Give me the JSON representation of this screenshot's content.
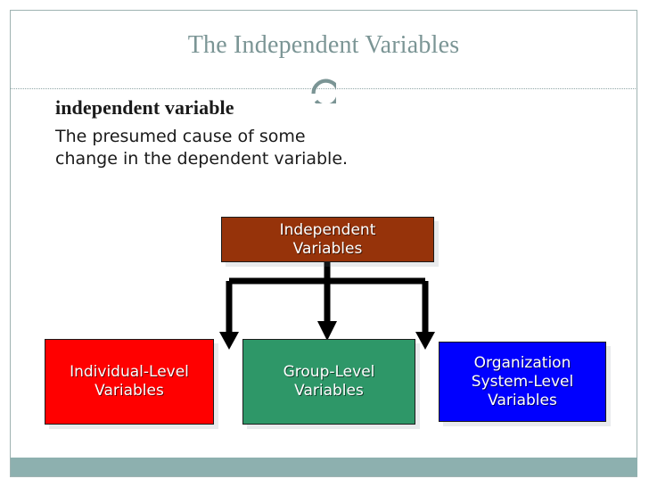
{
  "slide": {
    "title": "The Independent Variables",
    "term": "independent variable",
    "definition": "The presumed cause of some change in the dependent variable.",
    "accent_color": "#7b9595",
    "footer_color": "#8db0af",
    "divider_color": "#8fa6a6",
    "ring_icon": "partial-ring-icon"
  },
  "diagram": {
    "type": "hierarchy",
    "root": {
      "label_line1": "Independent",
      "label_line2": "Variables",
      "color": "#96330a"
    },
    "children": [
      {
        "label_line1": "Individual-Level",
        "label_line2": "Variables",
        "label_line3": "",
        "color": "#ff0000"
      },
      {
        "label_line1": "Group-Level",
        "label_line2": "Variables",
        "label_line3": "",
        "color": "#2e9768"
      },
      {
        "label_line1": "Organization",
        "label_line2": "System-Level",
        "label_line3": "Variables",
        "color": "#0000ff"
      }
    ],
    "connector_color": "#000000"
  }
}
